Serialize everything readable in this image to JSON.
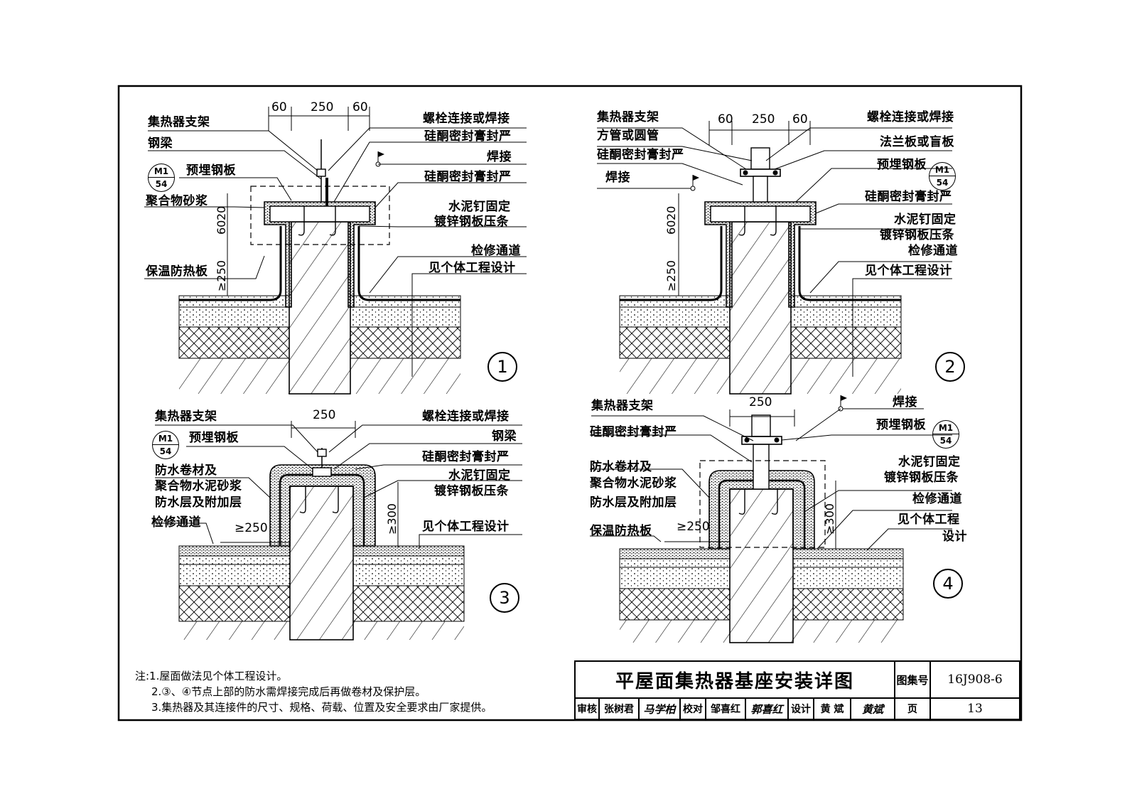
{
  "drawing": {
    "title": "平屋面集热器基座安装详图",
    "atlas_label": "图集号",
    "atlas_number": "16J908-6",
    "page_label": "页",
    "page_number": "13"
  },
  "approval": {
    "review_label": "审核",
    "review_name": "张树君",
    "review_sig": "马学柏",
    "check_label": "校对",
    "check_name": "邹喜红",
    "check_sig": "郭喜红",
    "design_label": "设计",
    "design_name": "黄 斌",
    "design_sig": "黄斌"
  },
  "notes": {
    "n1": "注:1.屋面做法见个体工程设计。",
    "n2": "2.③、④节点上部的防水需焊接完成后再做卷材及保护层。",
    "n3": "3.集热器及其连接件的尺寸、规格、荷载、位置及安全要求由厂家提供。"
  },
  "detail1": {
    "number": "1",
    "dims": {
      "a": "60",
      "b": "250",
      "c": "60",
      "h1": "60",
      "h2": "20",
      "h3": "≥250"
    },
    "ref_top": "M1",
    "ref_bot": "54",
    "left_labels": [
      "集热器支架",
      "钢梁",
      "预埋钢板",
      "聚合物砂浆",
      "保温防热板"
    ],
    "right_labels": [
      "螺栓连接或焊接",
      "硅酮密封膏封严",
      "焊接",
      "硅酮密封膏封严",
      "水泥钉固定",
      "镀锌钢板压条",
      "检修通道",
      "见个体工程设计"
    ]
  },
  "detail2": {
    "number": "2",
    "dims": {
      "a": "60",
      "b": "250",
      "c": "60",
      "h1": "60",
      "h2": "20",
      "h3": "≥250"
    },
    "ref_top": "M1",
    "ref_bot": "54",
    "left_labels": [
      "集热器支架",
      "方管或圆管",
      "硅酮密封膏封严",
      "焊接"
    ],
    "right_labels": [
      "螺栓连接或焊接",
      "法兰板或盲板",
      "预埋钢板",
      "硅酮密封膏封严",
      "水泥钉固定",
      "镀锌钢板压条",
      "检修通道",
      "见个体工程设计"
    ]
  },
  "detail3": {
    "number": "3",
    "dims": {
      "b": "250",
      "w": "≥250",
      "h": "≥300"
    },
    "ref_top": "M1",
    "ref_bot": "54",
    "left_labels": [
      "集热器支架",
      "预埋钢板",
      "防水卷材及",
      "聚合物水泥砂浆",
      "防水层及附加层",
      "检修通道"
    ],
    "right_labels": [
      "螺栓连接或焊接",
      "钢梁",
      "硅酮密封膏封严",
      "水泥钉固定",
      "镀锌钢板压条",
      "见个体工程设计"
    ]
  },
  "detail4": {
    "number": "4",
    "dims": {
      "b": "250",
      "w": "≥250",
      "h": "≥300"
    },
    "ref_top": "M1",
    "ref_bot": "54",
    "left_labels": [
      "集热器支架",
      "硅酮密封膏封严",
      "防水卷材及",
      "聚合物水泥砂浆",
      "防水层及附加层",
      "保温防热板"
    ],
    "right_labels": [
      "焊接",
      "预埋钢板",
      "水泥钉固定",
      "镀锌钢板压条",
      "检修通道",
      "见个体工程",
      "设计"
    ]
  }
}
